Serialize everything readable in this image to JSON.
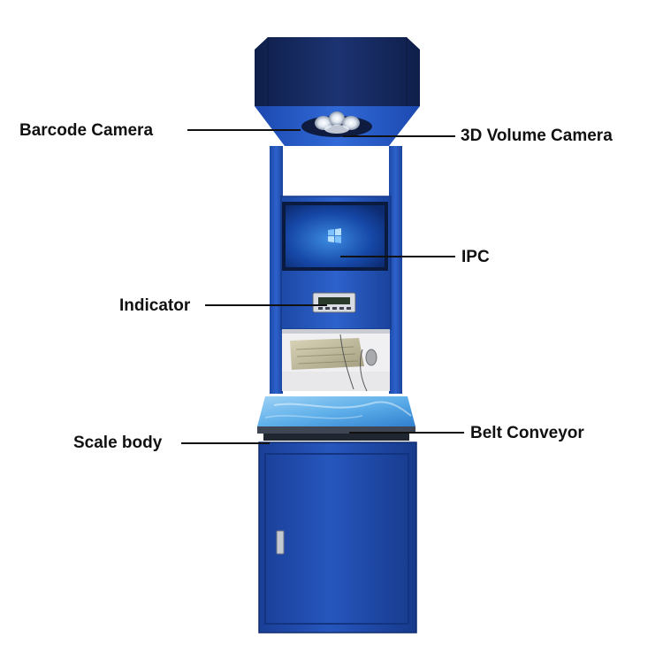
{
  "diagram": {
    "labels": {
      "barcode_camera": "Barcode Camera",
      "volume_camera": "3D Volume Camera",
      "ipc": "IPC",
      "indicator": "Indicator",
      "scale_body": "Scale body",
      "belt_conveyor": "Belt Conveyor"
    },
    "indicator_display": "",
    "colors": {
      "body_blue": "#2d5fc4",
      "dark_blue": "#163c8f",
      "hood_navy": "#16295c",
      "screen_blue": "#1a57b8",
      "leader_line": "#111111"
    }
  }
}
